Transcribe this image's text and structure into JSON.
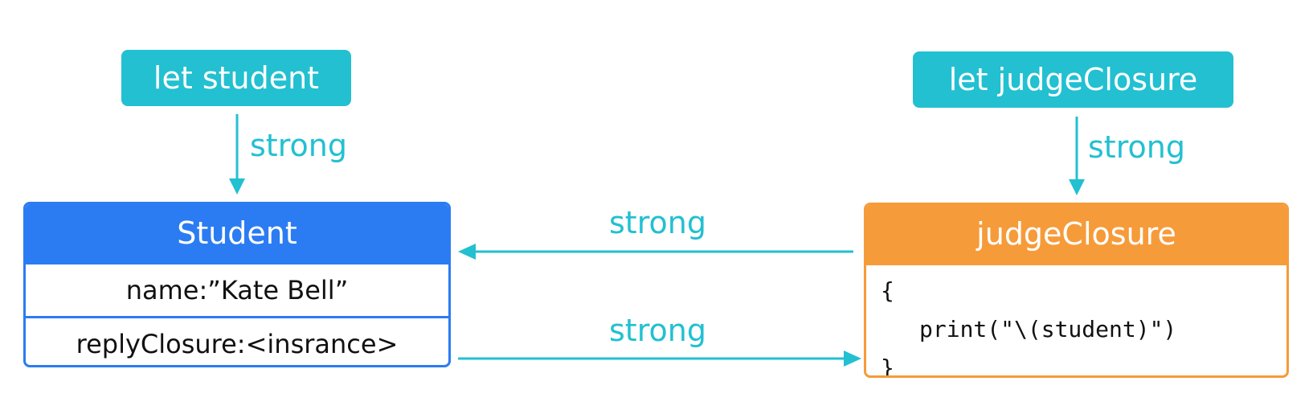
{
  "variables": {
    "student": "let student",
    "judge_closure": "let judgeClosure"
  },
  "relations": {
    "student_ref": "strong",
    "closure_ref": "strong",
    "closure_to_student": "strong",
    "student_to_closure": "strong"
  },
  "student_box": {
    "title": "Student",
    "name_field": "name:”Kate Bell”",
    "reply_field": "replyClosure:<insrance>"
  },
  "closure_box": {
    "title": "judgeClosure",
    "code_open": "{",
    "code_body": "print(\"\\(student)\")",
    "code_close": "}"
  },
  "colors": {
    "variable_fill": "#22c0d1",
    "arrow": "#22c0d1",
    "student_header": "#2b7cf2",
    "closure_header": "#f69b3a"
  }
}
